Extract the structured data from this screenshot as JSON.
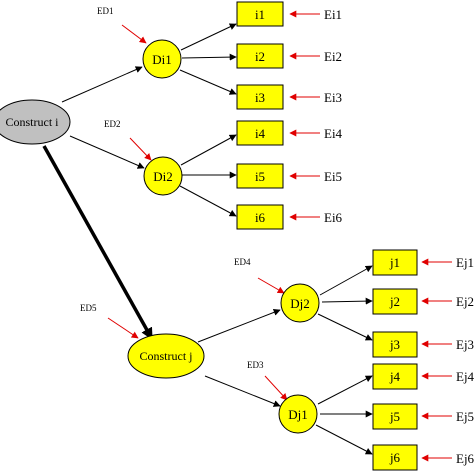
{
  "colors": {
    "node_fill": "#ffff00",
    "construct_i_fill": "#c0c0c0",
    "outline": "#000000",
    "error_arrow": "#e00000",
    "path_arrow": "#000000"
  },
  "nodes": {
    "construct_i": "Construct i",
    "construct_j": "Construct j",
    "di1": "Di1",
    "di2": "Di2",
    "dj2": "Dj2",
    "dj1": "Dj1",
    "i1": "i1",
    "i2": "i2",
    "i3": "i3",
    "i4": "i4",
    "i5": "i5",
    "i6": "i6",
    "j1": "j1",
    "j2": "j2",
    "j3": "j3",
    "j4": "j4",
    "j5": "j5",
    "j6": "j6"
  },
  "errors": {
    "ed1": "ED1",
    "ed2": "ED2",
    "ed3": "ED3",
    "ed4": "ED4",
    "ed5": "ED5",
    "ei1": "Ei1",
    "ei2": "Ei2",
    "ei3": "Ei3",
    "ei4": "Ei4",
    "ei5": "Ei5",
    "ei6": "Ei6",
    "ej1": "Ej1",
    "ej2": "Ej2",
    "ej3": "Ej3",
    "ej4": "Ej4",
    "ej5": "Ej5",
    "ej6": "Ej6"
  }
}
